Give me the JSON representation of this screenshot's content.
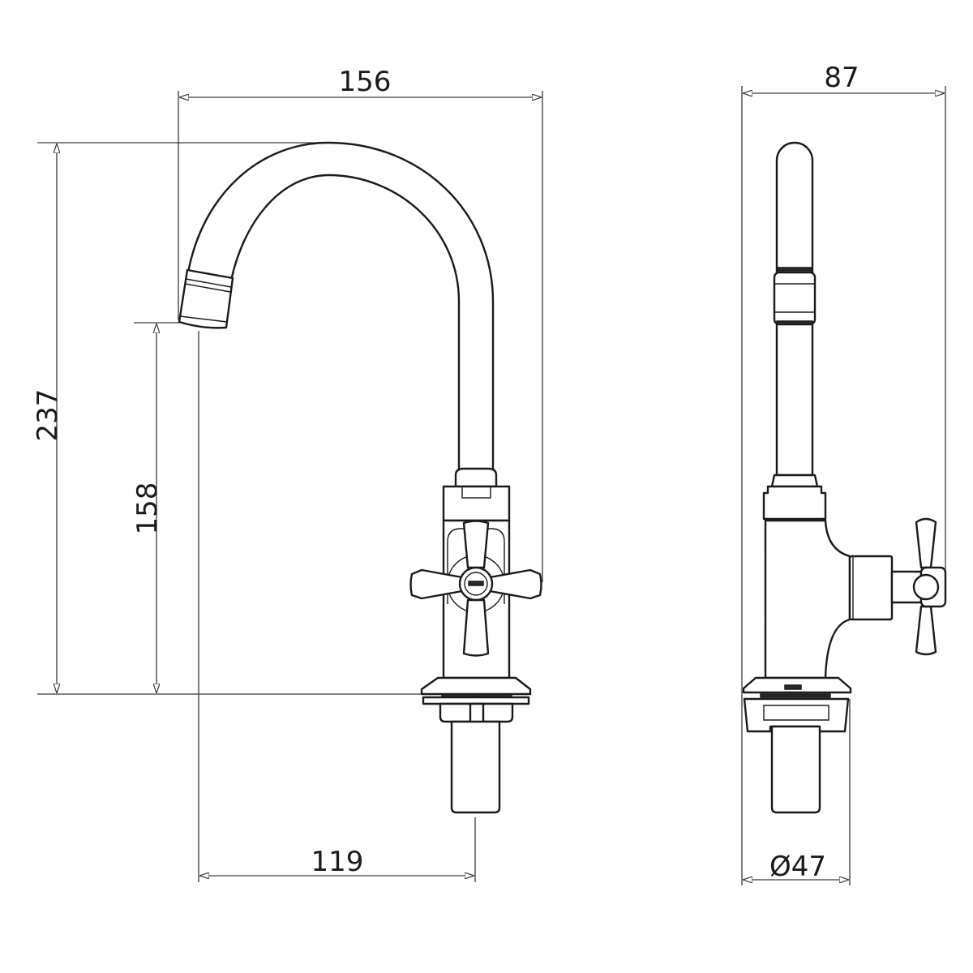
{
  "drawing": {
    "front_view": {
      "dimensions": {
        "overall_reach": "156",
        "overall_height": "237",
        "spout_height": "158",
        "spout_reach": "119"
      }
    },
    "side_view": {
      "dimensions": {
        "overall_depth": "87",
        "base_diameter": "Ø47"
      }
    },
    "colors": {
      "line": "#1a1a1a",
      "background": "#ffffff"
    }
  }
}
